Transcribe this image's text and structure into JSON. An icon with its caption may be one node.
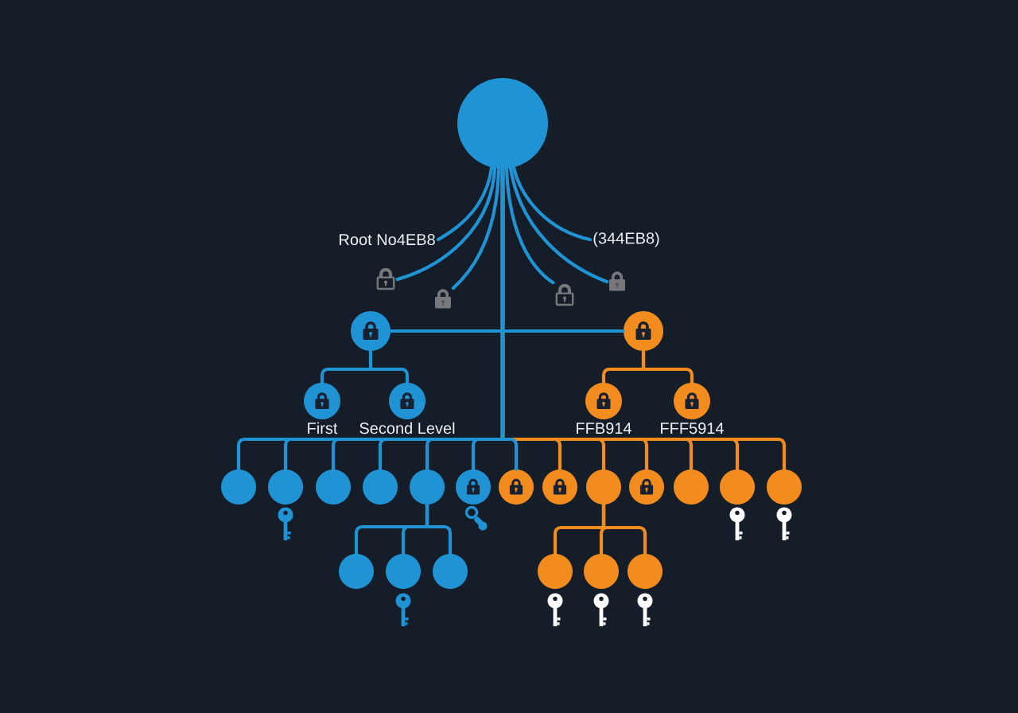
{
  "diagram": {
    "nodes": [
      {
        "text": [],
        "shape": "circle"
      },
      {
        "text": [
          "Root No4EB8"
        ]
      },
      {
        "text": [
          "(344EB8)"
        ]
      },
      {
        "text": [],
        "shape": "picture"
      },
      {
        "text": [],
        "shape": "picture"
      },
      {
        "text": [],
        "shape": "picture"
      },
      {
        "text": [],
        "shape": "picture"
      },
      {
        "text": [],
        "shape": "circle"
      },
      {
        "text": [],
        "shape": "circle"
      },
      {
        "text": [],
        "shape": "circle",
        "beside": [
          "First"
        ]
      },
      {
        "text": [],
        "shape": "circle",
        "beside": [
          "Second Level"
        ]
      },
      {
        "text": [],
        "shape": "circle",
        "beside": [
          "FFB914"
        ]
      },
      {
        "text": [],
        "shape": "circle",
        "beside": [
          "FFF5914"
        ]
      },
      {
        "text": [],
        "shape": "circle"
      },
      {
        "text": [],
        "shape": "circle"
      },
      {
        "text": [],
        "shape": "circle"
      },
      {
        "text": [],
        "shape": "circle"
      },
      {
        "text": [],
        "shape": "circle"
      },
      {
        "text": [],
        "shape": "circle"
      },
      {
        "text": [],
        "shape": "circle"
      },
      {
        "text": [],
        "shape": "circle"
      },
      {
        "text": [],
        "shape": "circle"
      },
      {
        "text": [],
        "shape": "circle"
      },
      {
        "text": [],
        "shape": "circle"
      },
      {
        "text": [],
        "shape": "circle"
      },
      {
        "text": [],
        "shape": "circle"
      },
      {
        "text": [],
        "shape": "circle"
      },
      {
        "text": [],
        "shape": "circle"
      },
      {
        "text": [],
        "shape": "circle"
      },
      {
        "text": [],
        "shape": "circle"
      },
      {
        "text": [],
        "shape": "circle"
      },
      {
        "text": [],
        "shape": "circle"
      }
    ],
    "edges": [
      {
        "from": 0,
        "to": 1,
        "arrow": "none"
      },
      {
        "from": 0,
        "to": 3,
        "arrow": "none"
      },
      {
        "from": 0,
        "to": 4,
        "arrow": "none"
      },
      {
        "from": 0,
        "to": 5,
        "arrow": "none"
      },
      {
        "from": 0,
        "to": 6,
        "arrow": "none"
      },
      {
        "from": 0,
        "to": 2,
        "arrow": "none"
      },
      {
        "from": 0,
        "to": 7,
        "arrow": "none"
      },
      {
        "from": 0,
        "to": 8,
        "arrow": "none"
      },
      {
        "from": 7,
        "to": 9,
        "arrow": "none"
      },
      {
        "from": 7,
        "to": 10,
        "arrow": "none"
      },
      {
        "from": 8,
        "to": 11,
        "arrow": "none",
        "color": "#f28c1f"
      },
      {
        "from": 8,
        "to": 12,
        "arrow": "none",
        "color": "#f28c1f"
      },
      {
        "from": 0,
        "to": 13,
        "arrow": "none"
      },
      {
        "from": 0,
        "to": 14,
        "arrow": "none"
      },
      {
        "from": 0,
        "to": 15,
        "arrow": "none"
      },
      {
        "from": 0,
        "to": 16,
        "arrow": "none"
      },
      {
        "from": 0,
        "to": 17,
        "arrow": "none"
      },
      {
        "from": 0,
        "to": 18,
        "arrow": "none"
      },
      {
        "from": 0,
        "to": 19,
        "arrow": "none"
      },
      {
        "from": 0,
        "to": 20,
        "arrow": "none",
        "color": "#f28c1f"
      },
      {
        "from": 0,
        "to": 21,
        "arrow": "none",
        "color": "#f28c1f"
      },
      {
        "from": 0,
        "to": 22,
        "arrow": "none",
        "color": "#f28c1f"
      },
      {
        "from": 0,
        "to": 23,
        "arrow": "none",
        "color": "#f28c1f"
      },
      {
        "from": 0,
        "to": 24,
        "arrow": "none",
        "color": "#f28c1f"
      },
      {
        "from": 0,
        "to": 25,
        "arrow": "none",
        "color": "#f28c1f"
      },
      {
        "from": 17,
        "to": 26,
        "arrow": "none"
      },
      {
        "from": 17,
        "to": 27,
        "arrow": "none"
      },
      {
        "from": 17,
        "to": 28,
        "arrow": "none"
      },
      {
        "from": 21,
        "to": 29,
        "arrow": "none",
        "color": "#f28c1f"
      },
      {
        "from": 21,
        "to": 30,
        "arrow": "none",
        "color": "#f28c1f"
      },
      {
        "from": 21,
        "to": 31,
        "arrow": "none",
        "color": "#f28c1f"
      }
    ]
  }
}
